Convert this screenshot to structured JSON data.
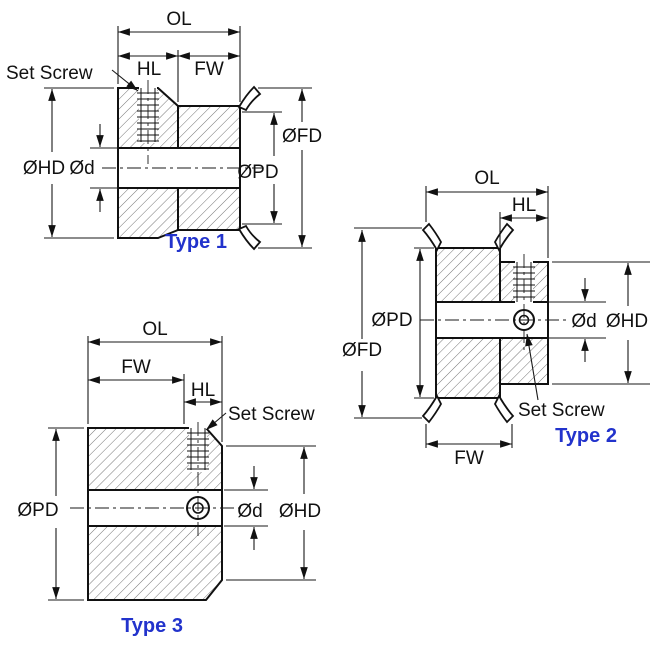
{
  "drawing": {
    "figures": [
      {
        "id": "type1",
        "name": "Type 1",
        "labels": {
          "ol": "OL",
          "hl": "HL",
          "fw": "FW",
          "set_screw": "Set Screw",
          "ohd": "ØHD",
          "od": "Ød",
          "opd": "ØPD",
          "ofd": "ØFD"
        }
      },
      {
        "id": "type2",
        "name": "Type 2",
        "labels": {
          "ol": "OL",
          "hl": "HL",
          "fw": "FW",
          "set_screw": "Set Screw",
          "ohd": "ØHD",
          "od": "Ød",
          "opd": "ØPD",
          "ofd": "ØFD"
        }
      },
      {
        "id": "type3",
        "name": "Type 3",
        "labels": {
          "ol": "OL",
          "hl": "HL",
          "fw": "FW",
          "set_screw": "Set Screw",
          "ohd": "ØHD",
          "od": "Ød",
          "opd": "ØPD"
        }
      }
    ],
    "colors": {
      "line": "#111111",
      "hatch": "#666666",
      "type_label": "#2233cc",
      "background": "#ffffff"
    }
  }
}
